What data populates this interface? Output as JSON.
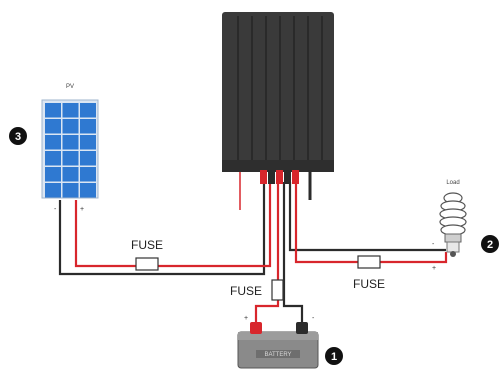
{
  "diagram": {
    "panel_label": "PV",
    "panel_marker": "3",
    "load_label": "Load",
    "load_marker": "2",
    "battery_marker": "1",
    "battery_label": "BATTERY",
    "fuse_labels": {
      "panel_line": "FUSE",
      "battery_line": "FUSE",
      "load_line": "FUSE"
    },
    "polarity": {
      "panel_neg": "-",
      "panel_pos": "+",
      "battery_pos": "+",
      "battery_neg": "-",
      "load_neg": "-",
      "load_pos": "+"
    },
    "colors": {
      "positive_wire": "#d8262c",
      "negative_wire": "#2b2b2b",
      "controller_body": "#3a3a3a",
      "panel_cell": "#2f79d1"
    }
  }
}
